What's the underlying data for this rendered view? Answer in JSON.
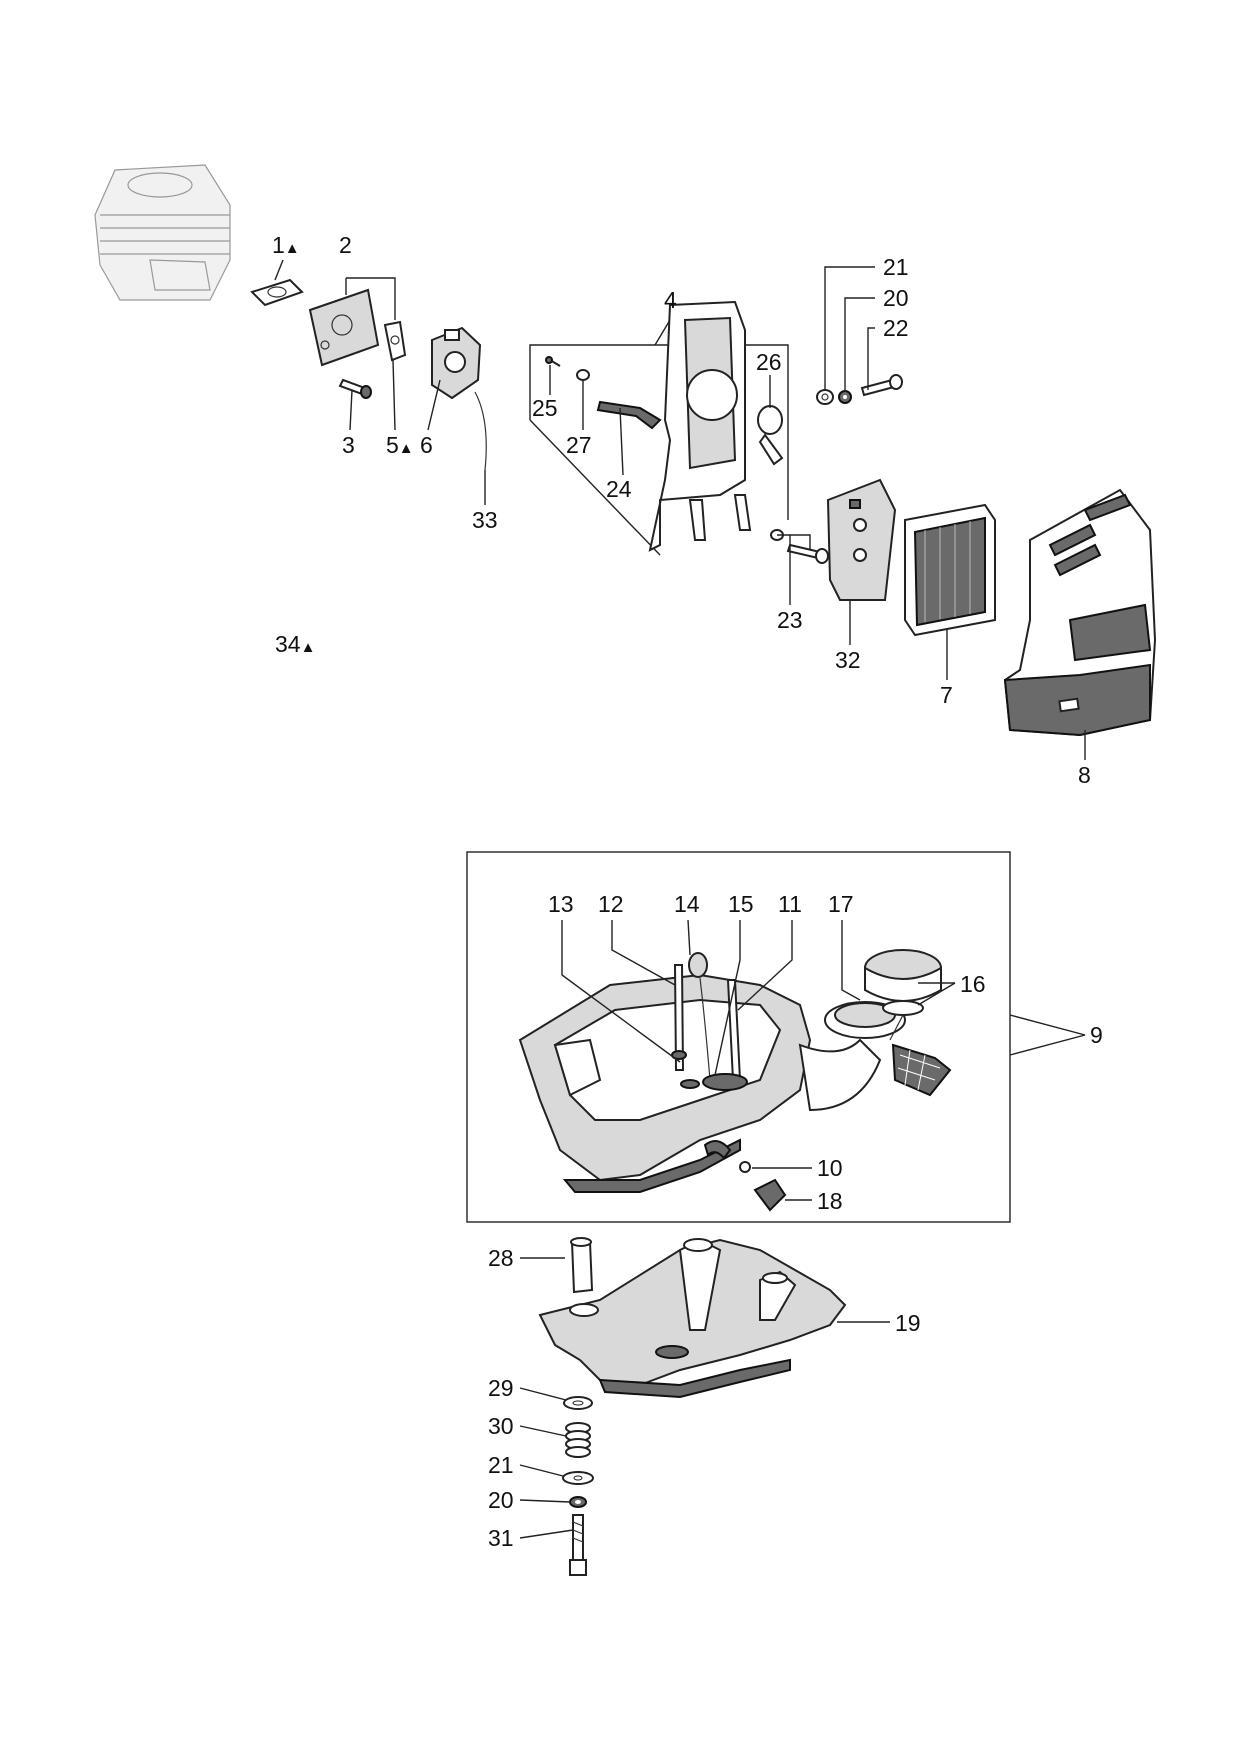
{
  "labels": {
    "l1": "1",
    "l2": "2",
    "l3": "3",
    "l4": "4",
    "l5": "5",
    "l6": "6",
    "l7": "7",
    "l8": "8",
    "l9": "9",
    "l10": "10",
    "l11": "11",
    "l12": "12",
    "l13": "13",
    "l14": "14",
    "l15": "15",
    "l16": "16",
    "l17": "17",
    "l18": "18",
    "l19": "19",
    "l20a": "20",
    "l20b": "20",
    "l21a": "21",
    "l21b": "21",
    "l22": "22",
    "l23": "23",
    "l24": "24",
    "l25": "25",
    "l26": "26",
    "l27": "27",
    "l28": "28",
    "l29": "29",
    "l30": "30",
    "l31": "31",
    "l32": "32",
    "l33": "33",
    "l34": "34"
  },
  "markers": {
    "triangle": "▲"
  },
  "colors": {
    "ink": "#222222",
    "shade": "#6a6a6a",
    "background": "#ffffff"
  }
}
